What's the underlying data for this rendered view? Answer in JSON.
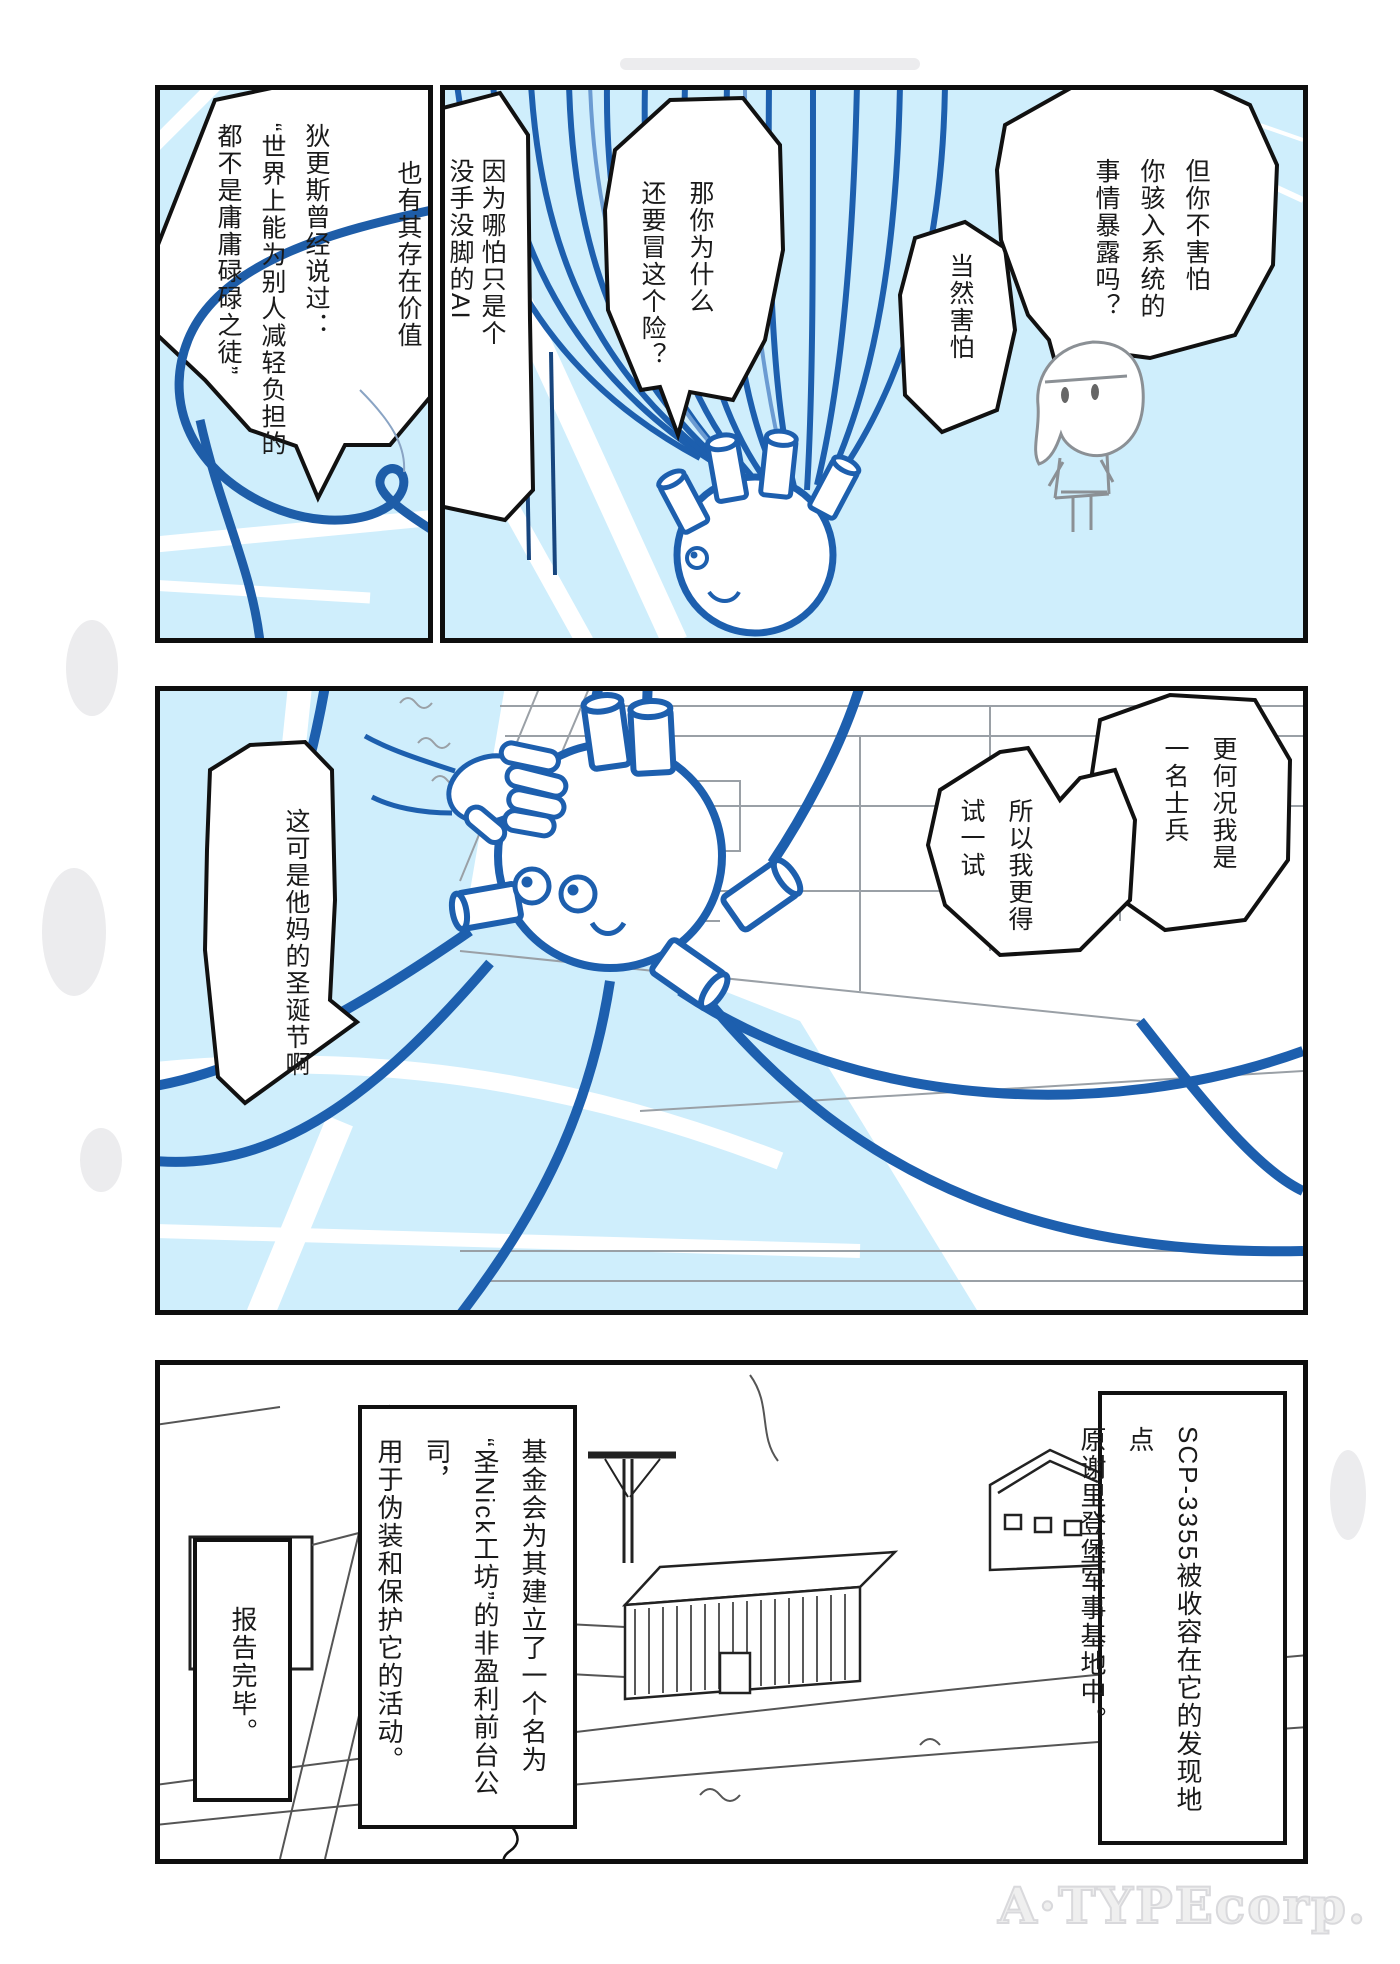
{
  "page": {
    "watermark": "A·TYPEcorp."
  },
  "panel1_left": {
    "balloon_value_line": "也有其存在价值",
    "balloon_dickens": "狄更斯曾经说过：\n“世界上能为别人减轻负担的\n都不是庸庸碌碌之徒”"
  },
  "panel1_right": {
    "balloon_because": "因为哪怕只是个\n没手没脚的AI",
    "balloon_risk": "那你为什么\n还要冒这个险？",
    "balloon_of_course": "当然害怕",
    "balloon_exposed": "但你不害怕\n你骇入系统的\n事情暴露吗？"
  },
  "panel2": {
    "balloon_christmas": "这可是他妈的圣诞节啊",
    "balloon_soldier": "更何况我是\n一名士兵",
    "balloon_try": "所以我更得\n试一试"
  },
  "panel3": {
    "box_containment": "SCP-3355被收容在它的发现地点\n原谢里登堡军事基地中。",
    "box_front_company": "基金会为其建立了一个名为\n“圣Nick工坊”的非盈利前台公司，\n用于伪装和保护它的活动。",
    "box_report_end": "报告完毕。"
  }
}
